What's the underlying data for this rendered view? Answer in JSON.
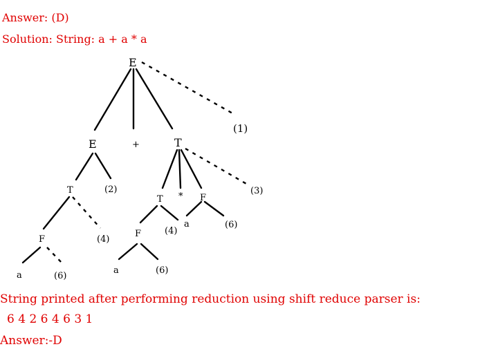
{
  "header": {
    "answer": "Answer: (D)",
    "solution": "Solution: String: a + a * a"
  },
  "tree": {
    "root": "E",
    "left_e": "E",
    "plus": "+",
    "right_t": "T",
    "t_under_e": "T",
    "t_under_t": "T",
    "star": "*",
    "f_under_t": "F",
    "f_left": "F",
    "f_mid": "F",
    "a_left": "a",
    "a_mid": "a",
    "a_right": "a",
    "reductions": {
      "r1": "(1)",
      "r2": "(2)",
      "r3": "(3)",
      "r4_left": "(4)",
      "r4_right": "(4)",
      "r6_left": "(6)",
      "r6_mid": "(6)",
      "r6_right": "(6)"
    }
  },
  "footer": {
    "statement": "String printed after performing reduction using shift reduce parser is:",
    "sequence": "6 4 2 6 4 6 3 1",
    "answer": "Answer:-D"
  }
}
